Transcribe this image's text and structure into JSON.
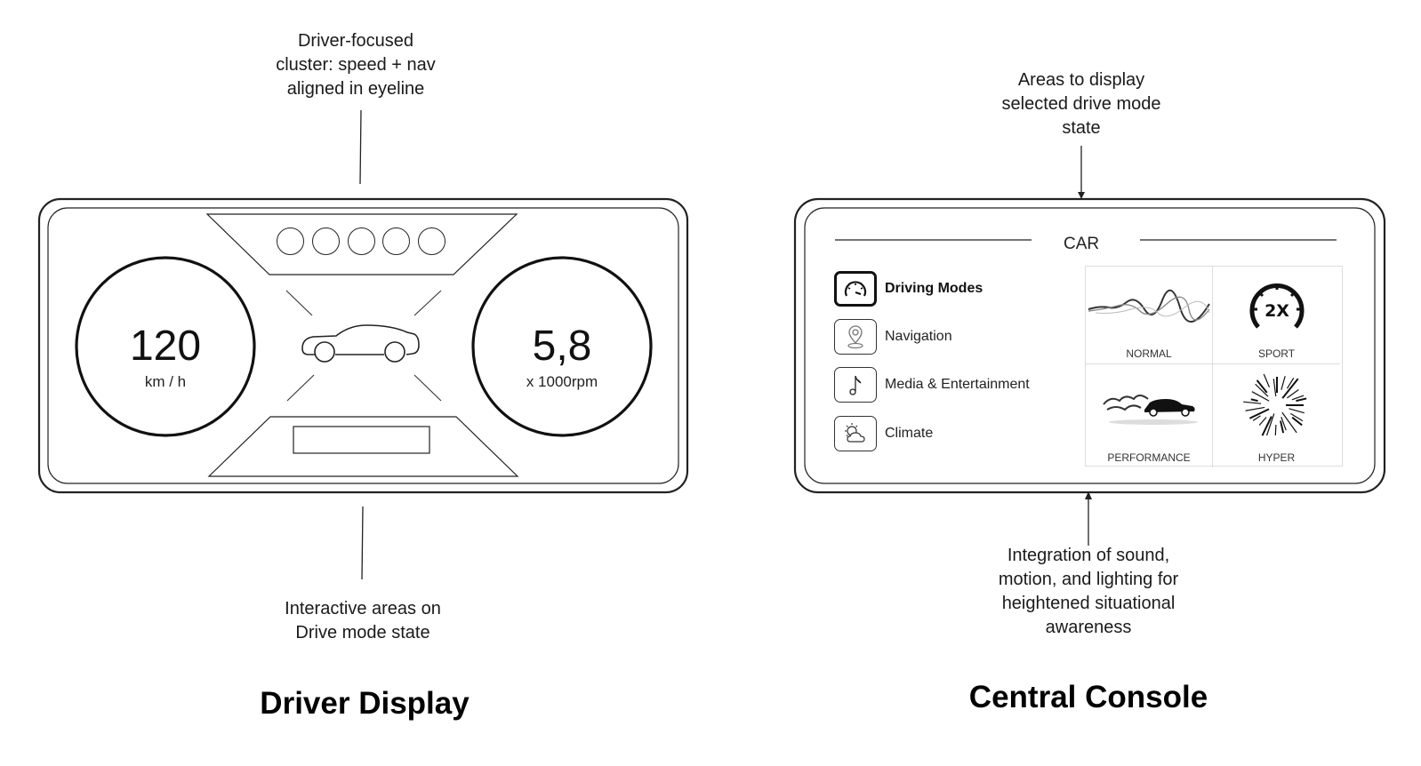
{
  "driver_display": {
    "title": "Driver Display",
    "annotation_top": [
      "Driver-focused",
      "cluster: speed + nav",
      "aligned in eyeline"
    ],
    "annotation_bottom": [
      "Interactive areas on",
      "Drive mode state"
    ],
    "speed": {
      "value": "120",
      "unit": "km / h"
    },
    "rpm": {
      "value": "5,8",
      "unit": "x 1000rpm"
    },
    "indicator_count": 5,
    "icons": {
      "center": "car-icon"
    }
  },
  "central_console": {
    "title": "Central Console",
    "annotation_top": [
      "Areas to display",
      "selected drive mode",
      "state"
    ],
    "annotation_bottom": [
      "Integration of sound,",
      "motion, and lighting for",
      "heightened situational",
      "awareness"
    ],
    "header": "CAR",
    "menu": [
      {
        "label": "Driving Modes",
        "icon": "speedometer-icon",
        "active": true
      },
      {
        "label": "Navigation",
        "icon": "location-pin-icon",
        "active": false
      },
      {
        "label": "Media & Entertainment",
        "icon": "music-note-icon",
        "active": false
      },
      {
        "label": "Climate",
        "icon": "sun-cloud-icon",
        "active": false
      }
    ],
    "modes": [
      {
        "label": "NORMAL",
        "icon": "wave-icon"
      },
      {
        "label": "SPORT",
        "icon": "gauge-2x-icon",
        "badge": "2X"
      },
      {
        "label": "PERFORMANCE",
        "icon": "flaming-car-icon"
      },
      {
        "label": "HYPER",
        "icon": "burst-icon"
      }
    ]
  }
}
